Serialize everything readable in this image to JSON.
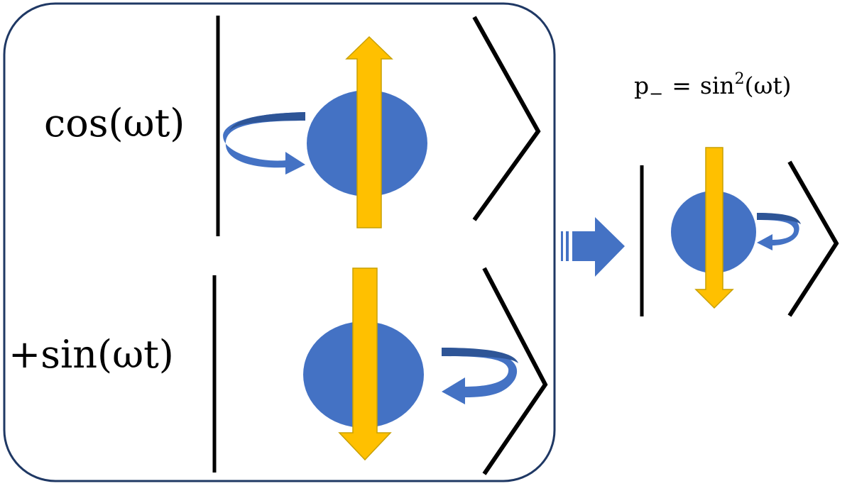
{
  "colors": {
    "ball": "#4472C4",
    "rotation_arrow": "#4472C4",
    "rotation_arrow_dark": "#2E5597",
    "spin_arrow_fill": "#FFC000",
    "spin_arrow_stroke": "#C9A000",
    "frame": "#1F3864",
    "ket": "#000000",
    "text": "#000000"
  },
  "superposition": {
    "term1": {
      "coefficient": "cos(ωt)",
      "spin": "up",
      "rotation": "counterclockwise-into-ball"
    },
    "term2": {
      "coefficient": "+sin(ωt)",
      "spin": "down",
      "rotation": "from-right"
    }
  },
  "result": {
    "probability_label": "p",
    "probability_subscript": "−",
    "probability_equals": "=",
    "probability_func": "sin",
    "probability_power": "2",
    "probability_arg": "(ωt)",
    "spin": "down"
  },
  "transition_arrow_icon": "striped-right-arrow-icon"
}
